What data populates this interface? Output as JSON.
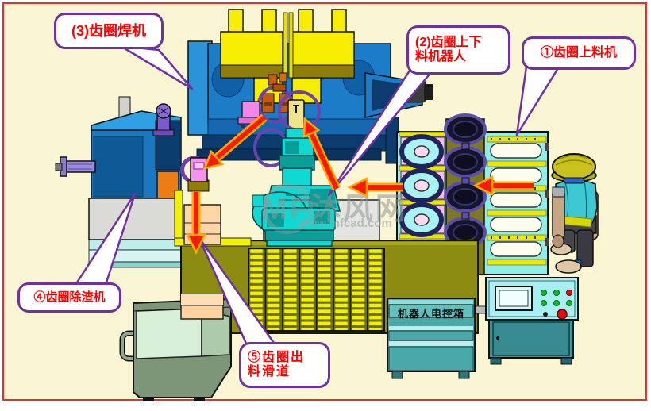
{
  "diagram": {
    "type": "equipment-layout",
    "background": "#FAF5D2",
    "frame_border": "#E43030"
  },
  "callouts": {
    "c1": {
      "label": "①齿圈上料机"
    },
    "c2": {
      "line1": "(2)齿圈上下",
      "line2": "料机器人"
    },
    "c3": {
      "label": "(3)齿圈焊机"
    },
    "c4": {
      "label": "④齿圈除渣机"
    },
    "c5": {
      "line1": "⑤齿圈出",
      "line2": "料滑道"
    }
  },
  "cabinet": {
    "label": "机器人电控箱"
  },
  "watermark": {
    "brand": "MF沐风网",
    "url": "www.mfcad.com"
  },
  "colors": {
    "bubble_border": "#7030A0",
    "bubble_text": "#FF0000",
    "arrow_fill": "#F51D00",
    "arrow_outline": "#FFA800",
    "machine_blue": "#1C7CC8",
    "fixture_yellow": "#F6ED00",
    "robot_cyan": "#0ED9D3",
    "rack_cyan": "#8FEFE8",
    "table_olive": "#8C8C12",
    "cabinet_teal": "#49A8A8"
  }
}
